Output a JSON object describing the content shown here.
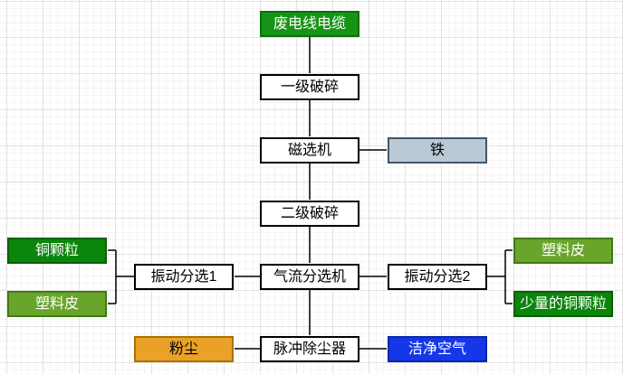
{
  "flowchart": {
    "description_labels_only": "process flow diagram on grid paper",
    "colors": {
      "grid_major": "#e3e1e1",
      "grid_minor": "#f6f3f3",
      "connector": "#000000",
      "source_green": "#179417",
      "dark_green": "#0b850b",
      "light_green": "#69a52b",
      "iron_fill": "#b9c9d6",
      "iron_border": "#44546a",
      "dust_orange": "#e9a227",
      "clean_air_blue": "#1537e8"
    },
    "nodes": {
      "waste_cable": {
        "label": "废电线电缆",
        "fill": "#179417",
        "border": "#0c6e0c",
        "text": "#ffffff"
      },
      "primary_crush": {
        "label": "一级破碎",
        "fill": "#ffffff",
        "border": "#000000",
        "text": "#000000"
      },
      "magnetic_separator": {
        "label": "磁选机",
        "fill": "#ffffff",
        "border": "#000000",
        "text": "#000000"
      },
      "iron": {
        "label": "铁",
        "fill": "#b9c9d6",
        "border": "#44546a",
        "text": "#000000"
      },
      "secondary_crush": {
        "label": "二级破碎",
        "fill": "#ffffff",
        "border": "#000000",
        "text": "#000000"
      },
      "air_flow_separator": {
        "label": "气流分选机",
        "fill": "#ffffff",
        "border": "#000000",
        "text": "#000000"
      },
      "vibration_sorter_1": {
        "label": "振动分选1",
        "fill": "#ffffff",
        "border": "#000000",
        "text": "#000000"
      },
      "vibration_sorter_2": {
        "label": "振动分选2",
        "fill": "#ffffff",
        "border": "#000000",
        "text": "#000000"
      },
      "copper_granules": {
        "label": "铜颗粒",
        "fill": "#0b850b",
        "border": "#086008",
        "text": "#ffffff"
      },
      "plastic_skin_left": {
        "label": "塑料皮",
        "fill": "#69a52b",
        "border": "#3f7a12",
        "text": "#ffffff"
      },
      "plastic_skin_right": {
        "label": "塑料皮",
        "fill": "#69a52b",
        "border": "#3f7a12",
        "text": "#ffffff"
      },
      "small_copper_granules": {
        "label": "少量的铜颗粒",
        "fill": "#0b850b",
        "border": "#086008",
        "text": "#ffffff"
      },
      "dust": {
        "label": "粉尘",
        "fill": "#e9a227",
        "border": "#a87200",
        "text": "#000000"
      },
      "pulse_dust_collector": {
        "label": "脉冲除尘器",
        "fill": "#ffffff",
        "border": "#000000",
        "text": "#000000"
      },
      "clean_air": {
        "label": "洁净空气",
        "fill": "#1537e8",
        "border": "#0b27a8",
        "text": "#ffffff"
      }
    },
    "edges": [
      {
        "from": "waste_cable",
        "to": "primary_crush"
      },
      {
        "from": "primary_crush",
        "to": "magnetic_separator"
      },
      {
        "from": "magnetic_separator",
        "to": "iron"
      },
      {
        "from": "magnetic_separator",
        "to": "secondary_crush"
      },
      {
        "from": "secondary_crush",
        "to": "air_flow_separator"
      },
      {
        "from": "air_flow_separator",
        "to": "vibration_sorter_1"
      },
      {
        "from": "air_flow_separator",
        "to": "vibration_sorter_2"
      },
      {
        "from": "vibration_sorter_1",
        "to": "copper_granules"
      },
      {
        "from": "vibration_sorter_1",
        "to": "plastic_skin_left"
      },
      {
        "from": "vibration_sorter_2",
        "to": "plastic_skin_right"
      },
      {
        "from": "vibration_sorter_2",
        "to": "small_copper_granules"
      },
      {
        "from": "air_flow_separator",
        "to": "pulse_dust_collector"
      },
      {
        "from": "pulse_dust_collector",
        "to": "dust"
      },
      {
        "from": "pulse_dust_collector",
        "to": "clean_air"
      }
    ]
  }
}
